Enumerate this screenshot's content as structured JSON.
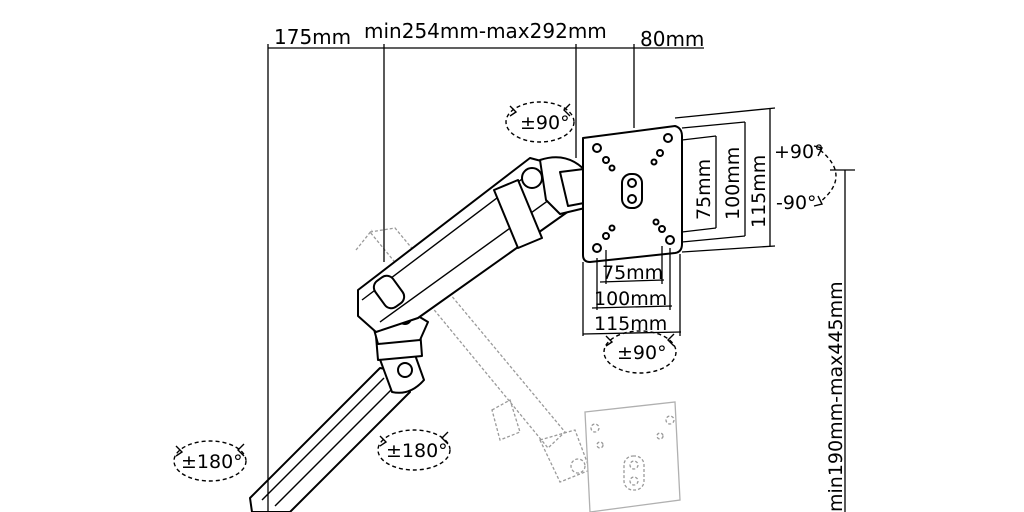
{
  "dimensions": {
    "arm_offset": "175mm",
    "arm_reach": "min254mm-max292mm",
    "plate_offset": "80mm",
    "vesa_v_75": "75mm",
    "vesa_v_100": "100mm",
    "vesa_v_115": "115mm",
    "vesa_h_75": "75mm",
    "vesa_h_100": "100mm",
    "vesa_h_115": "115mm",
    "height_range": "min190mm-max445mm"
  },
  "rotations": {
    "tilt_top": "±90°",
    "tilt_up": "+90°",
    "tilt_down": "-90°",
    "plate_rotate": "±90°",
    "base_swivel": "±180°",
    "elbow_swivel": "±180°"
  },
  "colors": {
    "line": "#000000",
    "ghost": "#9a9a9a",
    "background": "#ffffff"
  }
}
